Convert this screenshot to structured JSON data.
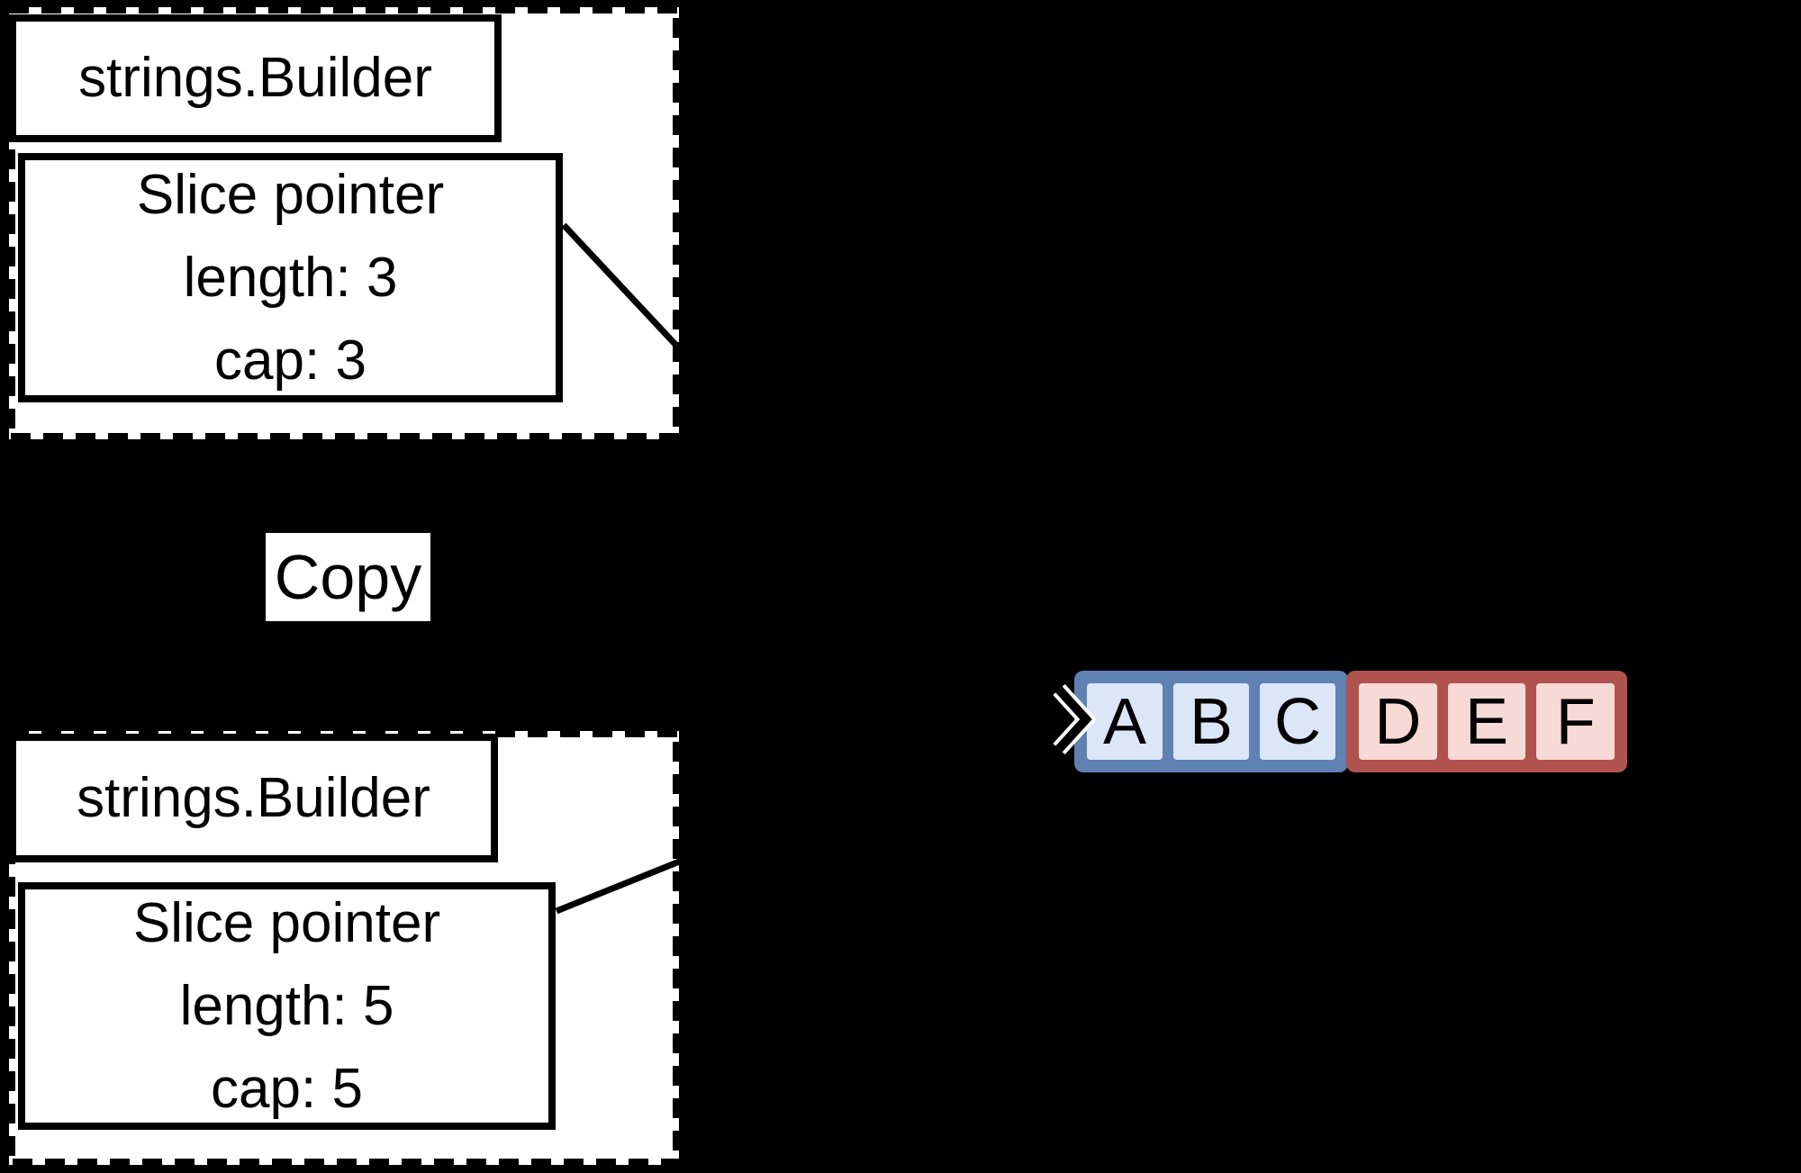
{
  "diagram": {
    "top_group": {
      "title": "strings.Builder",
      "slice_lines": [
        "Slice pointer",
        "length: 3",
        "cap: 3"
      ]
    },
    "copy_label": "Copy",
    "bottom_group": {
      "title": "strings.Builder",
      "slice_lines": [
        "Slice pointer",
        "length: 5",
        "cap: 5"
      ]
    },
    "array": {
      "blue_cells": [
        "A",
        "B",
        "C"
      ],
      "red_cells": [
        "D",
        "E",
        "F"
      ]
    },
    "colors": {
      "background": "#000000",
      "box_fill": "#ffffff",
      "box_stroke": "#000000",
      "blue_cell_fill": "#dbe6f7",
      "blue_cell_stroke": "#5f81b3",
      "red_cell_fill": "#f7d9d6",
      "red_cell_stroke": "#b0534f"
    }
  }
}
